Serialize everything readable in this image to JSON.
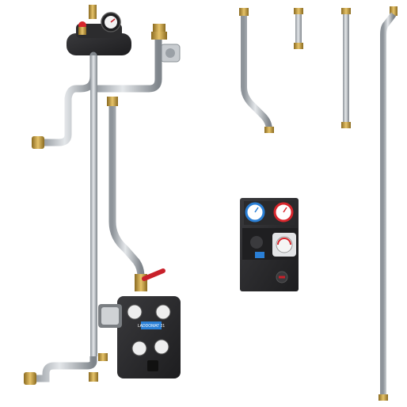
{
  "scene": {
    "background": "#ffffff",
    "pipe_color": "#b9bec4",
    "brass_color": "#c9a044",
    "housing_color": "#2b2b2d",
    "valve_handle_color": "#c8202a",
    "gauge_hot_color": "#d8262c",
    "gauge_cold_color": "#2a7fd6",
    "pump_color": "#e3e4e6"
  },
  "objects": {
    "pump_group_label": "LADDOMAT 21",
    "station_label": "",
    "components": [
      "air-separator",
      "thermometer",
      "safety-valve",
      "ball-valve",
      "circulation-pump",
      "loading-unit",
      "pump-station",
      "pipe-sections"
    ]
  }
}
